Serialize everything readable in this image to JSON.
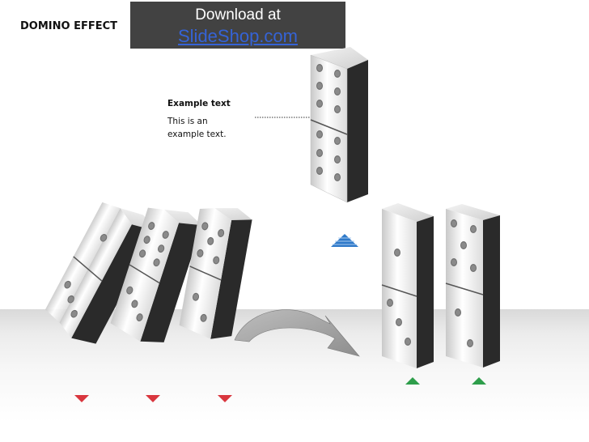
{
  "title": "DOMINO EFFECT",
  "banner": {
    "line1": "Download at",
    "line2": "SlideShop.com"
  },
  "callout": {
    "heading": "Example text",
    "body": "This is an example text."
  },
  "colors": {
    "banner_bg": "#424242",
    "link": "#3563d6",
    "red_marker": "#d9363e",
    "green_marker": "#2e9e4b",
    "blue_marker": "#2f79c9"
  },
  "icons": [
    "domino-tile-icon",
    "curved-arrow-icon",
    "red-triangle-down-icon",
    "green-triangle-up-icon",
    "blue-striped-triangle-icon"
  ]
}
